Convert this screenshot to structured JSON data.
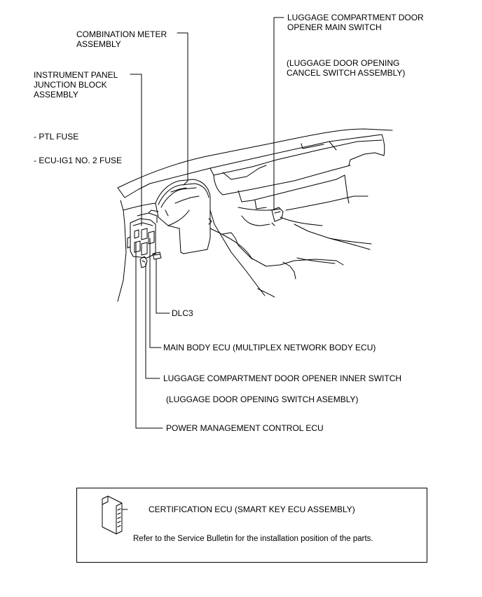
{
  "labels": {
    "luggage_main_switch": "LUGGAGE COMPARTMENT DOOR\nOPENER MAIN SWITCH",
    "luggage_cancel_switch": "(LUGGAGE DOOR OPENING\nCANCEL SWITCH ASSEMBLY)",
    "combination_meter": "COMBINATION METER\nASSEMBLY",
    "instrument_panel_jb": "INSTRUMENT PANEL\nJUNCTION BLOCK\nASSEMBLY",
    "ptl_fuse": "- PTL FUSE",
    "ecu_ig1_fuse": "- ECU-IG1 NO. 2 FUSE",
    "dlc3": "DLC3",
    "main_body_ecu": "MAIN BODY ECU (MULTIPLEX NETWORK BODY ECU)",
    "luggage_inner_switch": "LUGGAGE COMPARTMENT DOOR OPENER INNER SWITCH",
    "luggage_opening_switch": "(LUGGAGE DOOR OPENING SWITCH ASEMBLY)",
    "power_mgmt_ecu": "POWER MANAGEMENT CONTROL ECU"
  },
  "note_box": {
    "certification_ecu": "CERTIFICATION ECU (SMART KEY ECU ASSEMBLY)",
    "note": "Refer to the Service Bulletin for the installation position of the parts."
  }
}
